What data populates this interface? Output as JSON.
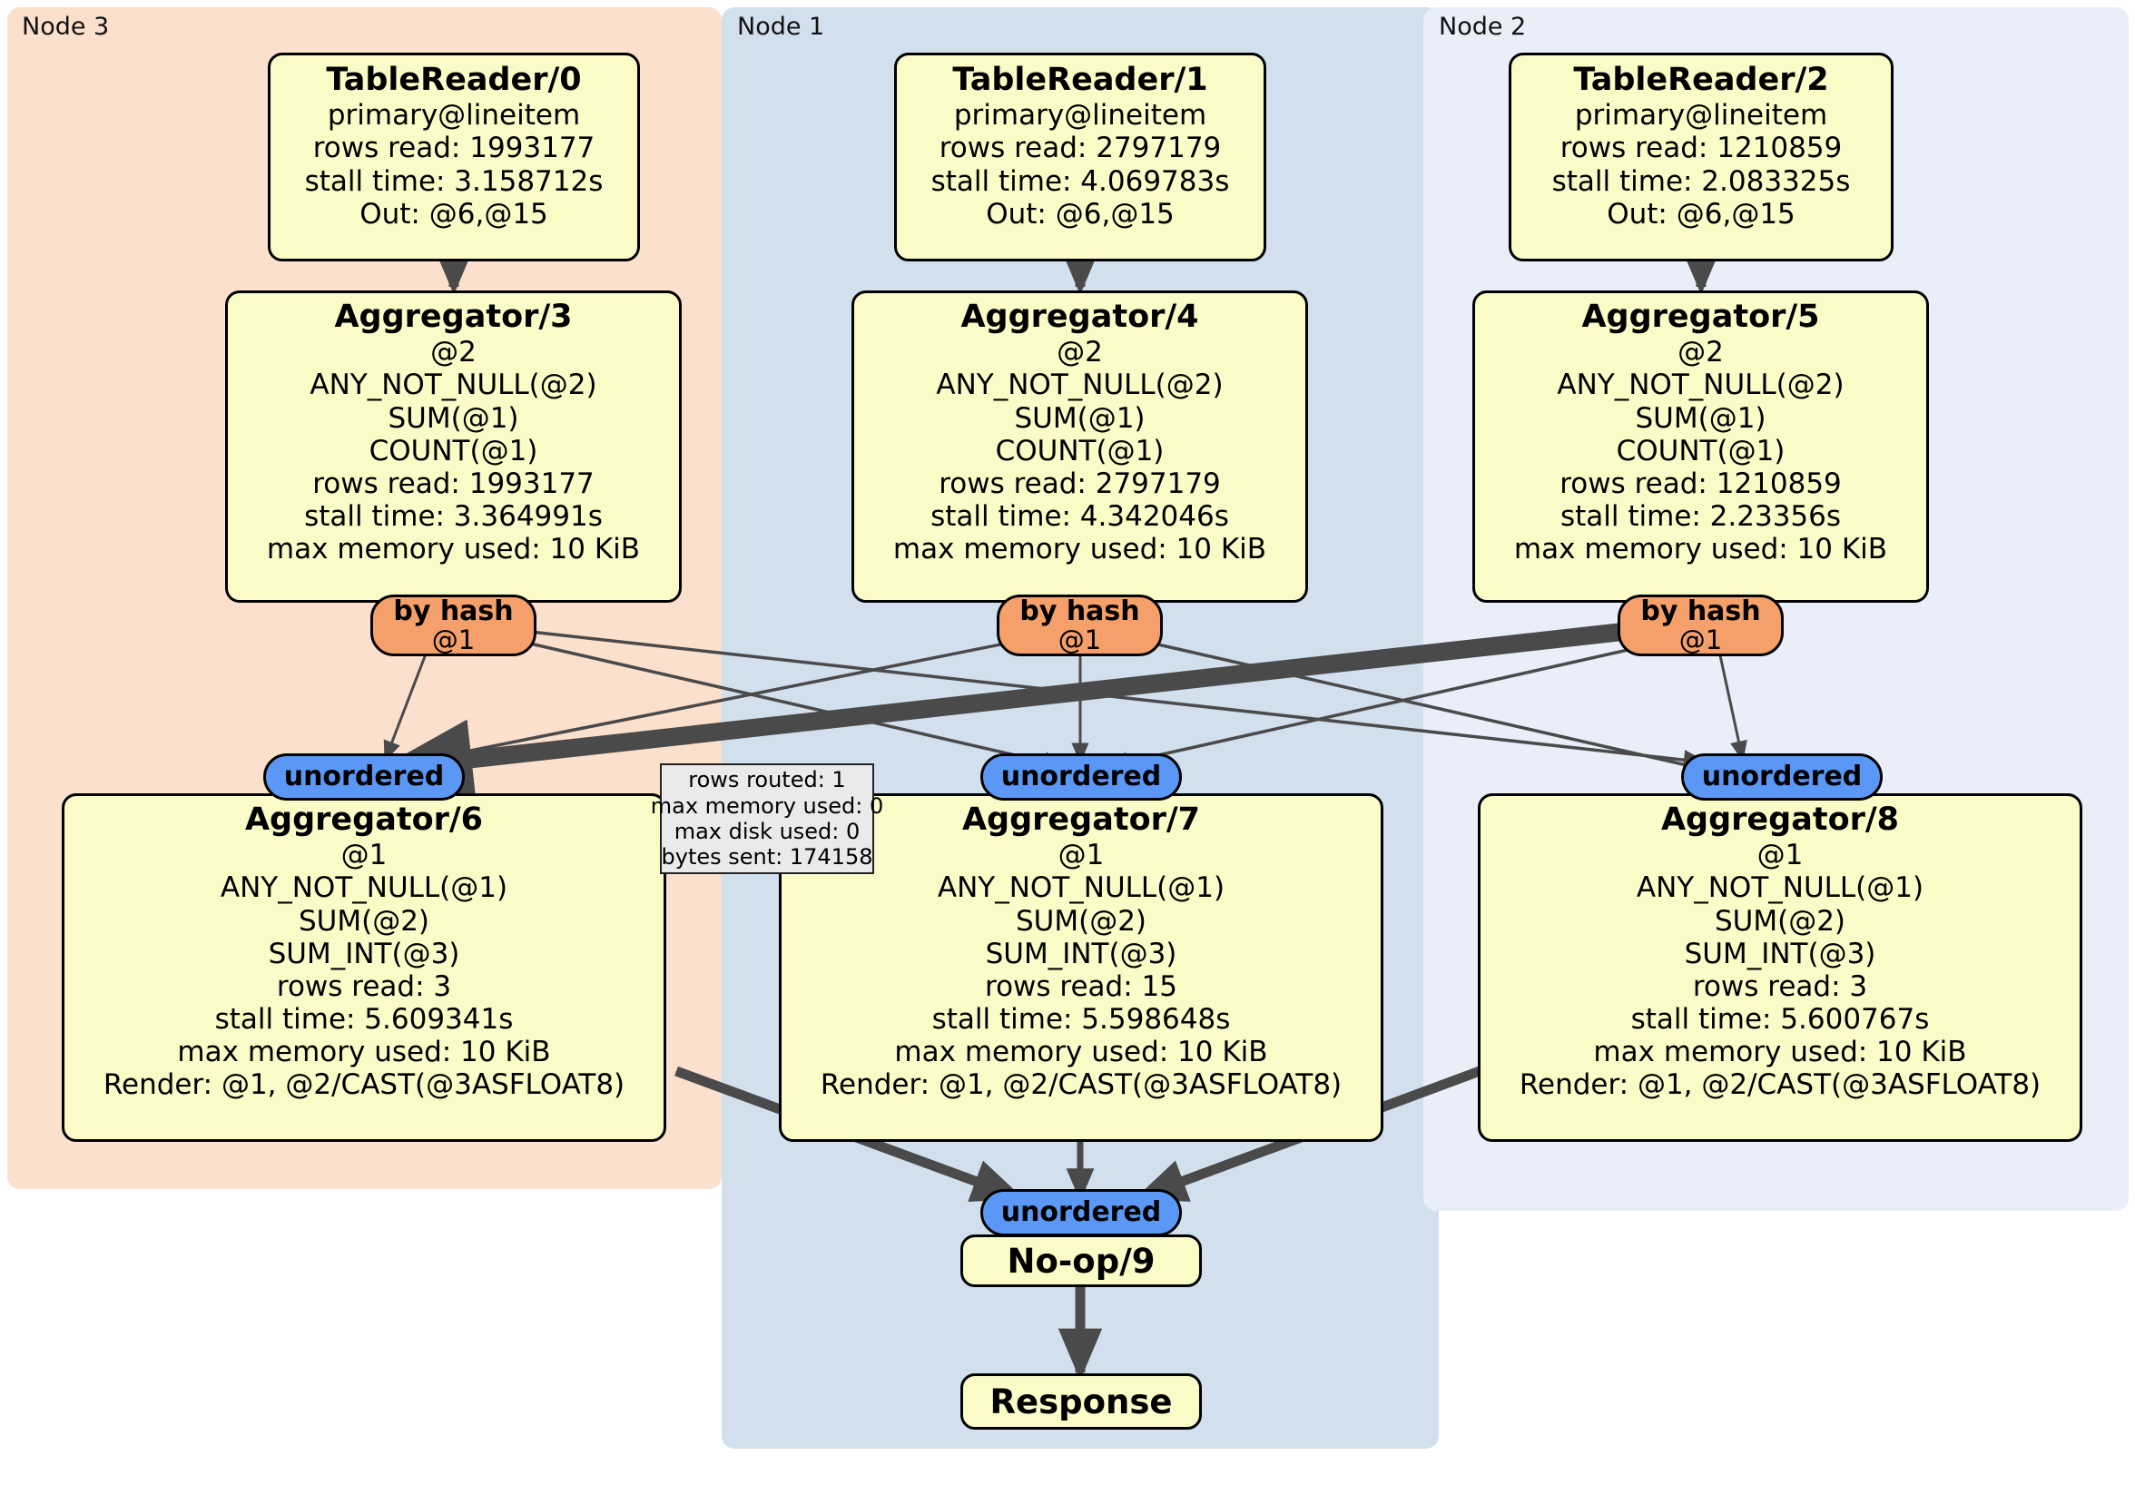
{
  "diagram": {
    "type": "distributed-query-execution-plan",
    "clusters": [
      {
        "id": "node3",
        "label": "Node 3",
        "color": "#fbe0cd"
      },
      {
        "id": "node1",
        "label": "Node 1",
        "color": "#d2e0ed"
      },
      {
        "id": "node2",
        "label": "Node 2",
        "color": "#e9eef8"
      }
    ],
    "colors": {
      "processor_fill": "#fbfbc8",
      "processor_stroke": "#000000",
      "hash_router_fill": "#f5a06a",
      "unordered_synchronizer_fill": "#5b97f5",
      "tooltip_fill": "#eaeaea",
      "edge_stroke": "#4a4a4a",
      "node3_bg": "#fbe0cd",
      "node1_bg": "#d2e0ed",
      "node2_bg": "#e9eef8"
    },
    "processors": [
      {
        "id": "tablereader0",
        "cluster": "node3",
        "title": "TableReader/0",
        "lines": [
          "primary@lineitem",
          "rows read: 1993177",
          "stall time: 3.158712s",
          "Out: @6,@15"
        ]
      },
      {
        "id": "tablereader1",
        "cluster": "node1",
        "title": "TableReader/1",
        "lines": [
          "primary@lineitem",
          "rows read: 2797179",
          "stall time: 4.069783s",
          "Out: @6,@15"
        ]
      },
      {
        "id": "tablereader2",
        "cluster": "node2",
        "title": "TableReader/2",
        "lines": [
          "primary@lineitem",
          "rows read: 1210859",
          "stall time: 2.083325s",
          "Out: @6,@15"
        ]
      },
      {
        "id": "aggregator3",
        "cluster": "node3",
        "title": "Aggregator/3",
        "lines": [
          "@2",
          "ANY_NOT_NULL(@2)",
          "SUM(@1)",
          "COUNT(@1)",
          "rows read: 1993177",
          "stall time: 3.364991s",
          "max memory used: 10 KiB"
        ]
      },
      {
        "id": "aggregator4",
        "cluster": "node1",
        "title": "Aggregator/4",
        "lines": [
          "@2",
          "ANY_NOT_NULL(@2)",
          "SUM(@1)",
          "COUNT(@1)",
          "rows read: 2797179",
          "stall time: 4.342046s",
          "max memory used: 10 KiB"
        ]
      },
      {
        "id": "aggregator5",
        "cluster": "node2",
        "title": "Aggregator/5",
        "lines": [
          "@2",
          "ANY_NOT_NULL(@2)",
          "SUM(@1)",
          "COUNT(@1)",
          "rows read: 1210859",
          "stall time: 2.23356s",
          "max memory used: 10 KiB"
        ]
      },
      {
        "id": "aggregator6",
        "cluster": "node3",
        "title": "Aggregator/6",
        "lines": [
          "@1",
          "ANY_NOT_NULL(@1)",
          "SUM(@2)",
          "SUM_INT(@3)",
          "rows read: 3",
          "stall time: 5.609341s",
          "max memory used: 10 KiB",
          "Render: @1, @2/CAST(@3ASFLOAT8)"
        ]
      },
      {
        "id": "aggregator7",
        "cluster": "node1",
        "title": "Aggregator/7",
        "lines": [
          "@1",
          "ANY_NOT_NULL(@1)",
          "SUM(@2)",
          "SUM_INT(@3)",
          "rows read: 15",
          "stall time: 5.598648s",
          "max memory used: 10 KiB",
          "Render: @1, @2/CAST(@3ASFLOAT8)"
        ]
      },
      {
        "id": "aggregator8",
        "cluster": "node2",
        "title": "Aggregator/8",
        "lines": [
          "@1",
          "ANY_NOT_NULL(@1)",
          "SUM(@2)",
          "SUM_INT(@3)",
          "rows read: 3",
          "stall time: 5.600767s",
          "max memory used: 10 KiB",
          "Render: @1, @2/CAST(@3ASFLOAT8)"
        ]
      },
      {
        "id": "noop9",
        "cluster": "node1",
        "title": "No-op/9",
        "lines": []
      },
      {
        "id": "response",
        "cluster": "node1",
        "title": "Response",
        "lines": []
      }
    ],
    "routers": [
      {
        "id": "hash3",
        "cluster": "node3",
        "type": "by hash",
        "label": "by hash",
        "column": "@1"
      },
      {
        "id": "hash4",
        "cluster": "node1",
        "type": "by hash",
        "label": "by hash",
        "column": "@1"
      },
      {
        "id": "hash5",
        "cluster": "node2",
        "type": "by hash",
        "label": "by hash",
        "column": "@1"
      }
    ],
    "synchronizers": [
      {
        "id": "unordered6",
        "cluster": "node3",
        "label": "unordered"
      },
      {
        "id": "unordered7",
        "cluster": "node1",
        "label": "unordered"
      },
      {
        "id": "unordered8",
        "cluster": "node2",
        "label": "unordered"
      },
      {
        "id": "unordered9",
        "cluster": "node1",
        "label": "unordered"
      }
    ],
    "tooltip": {
      "id": "stream-stats",
      "lines": [
        "rows routed: 1",
        "max memory used: 0",
        "max disk used: 0",
        "bytes sent: 174158"
      ]
    }
  }
}
